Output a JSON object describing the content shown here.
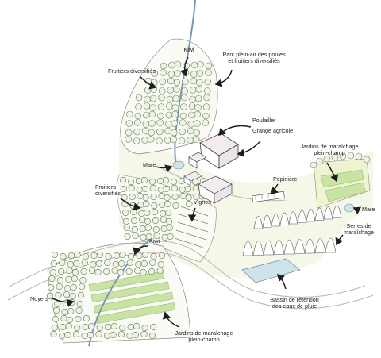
{
  "labels": {
    "kiwi_north": "Kiwi",
    "parc_poules": "Parc plein-air des poules\net fruitiers diversifiés",
    "fruitiers_north": "Fruitiers diversifiés",
    "poulailler": "Poulailler",
    "grange": "Grange agricole",
    "mare_west": "Mare",
    "jardins_north": "Jardins de maraîchage\nplein-champ",
    "fruitiers_middle": "Fruitiers\ndiversifiés",
    "pepiniere": "Pépinière",
    "vignes": "Vignes",
    "mare_east": "Mare",
    "kiwi_south": "Kiwi",
    "serres": "Serres de\nmaraîchage",
    "noyers": "Noyers",
    "bassin": "Bassin de rétention\ndes eaux de pluie",
    "jardins_south": "Jardins de maraîchage\nplein-champ"
  },
  "colors": {
    "ink": "#1e1e1e",
    "tree_fill": "#eef3e4",
    "tree_stroke": "#5d7a5a",
    "meadow": "#eef4d0",
    "garden": "#c9e3a3",
    "stream": "#7a95b8",
    "road": "#d8d3c8",
    "roof": "#f2ecef",
    "pond": "#cfe3ec",
    "greenhouse": "#ffffff"
  }
}
